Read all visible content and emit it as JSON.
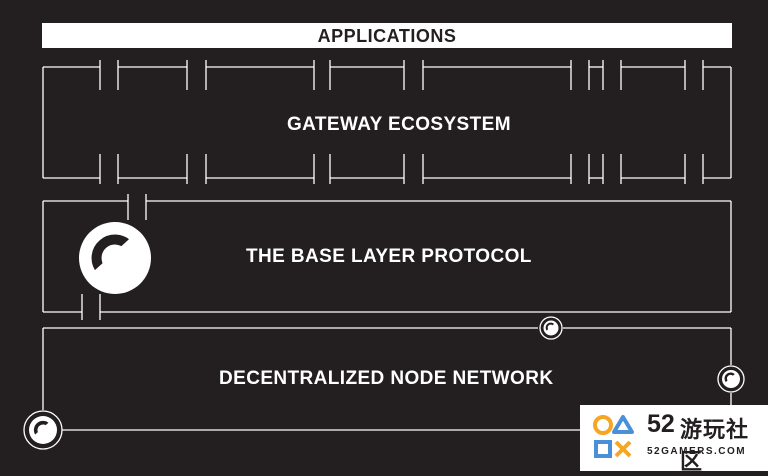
{
  "layers": {
    "applications": "APPLICATIONS",
    "gateway": "GATEWAY   ECOSYSTEM",
    "base": "THE  BASE LAYER PROTOCOL",
    "node": "DECENTRALIZED NODE NETWORK"
  },
  "watermark": {
    "number": "52",
    "chinese": "游玩社区",
    "domain": "52GAMERS.COM"
  },
  "colors": {
    "background": "#231f20",
    "foreground": "#ffffff",
    "logo_orange": "#f5a623",
    "logo_blue": "#4a90d9"
  }
}
